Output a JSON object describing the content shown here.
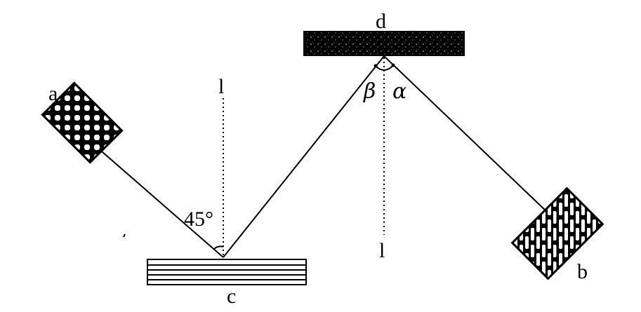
{
  "labels": {
    "a": "a",
    "b": "b",
    "c": "c",
    "d": "d",
    "normal_left": "l",
    "normal_right": "l",
    "angle_45": "45°",
    "beta": "β",
    "alpha": "α"
  },
  "colors": {
    "ink": "#000000",
    "background": "#ffffff"
  }
}
